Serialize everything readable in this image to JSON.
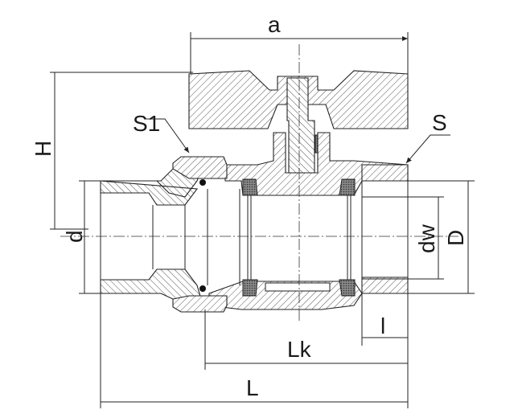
{
  "labels": {
    "a": "a",
    "H": "H",
    "S1": "S1",
    "S": "S",
    "d": "d",
    "dw": "dw",
    "D": "D",
    "l": "l",
    "Lk": "Lk",
    "L": "L"
  }
}
